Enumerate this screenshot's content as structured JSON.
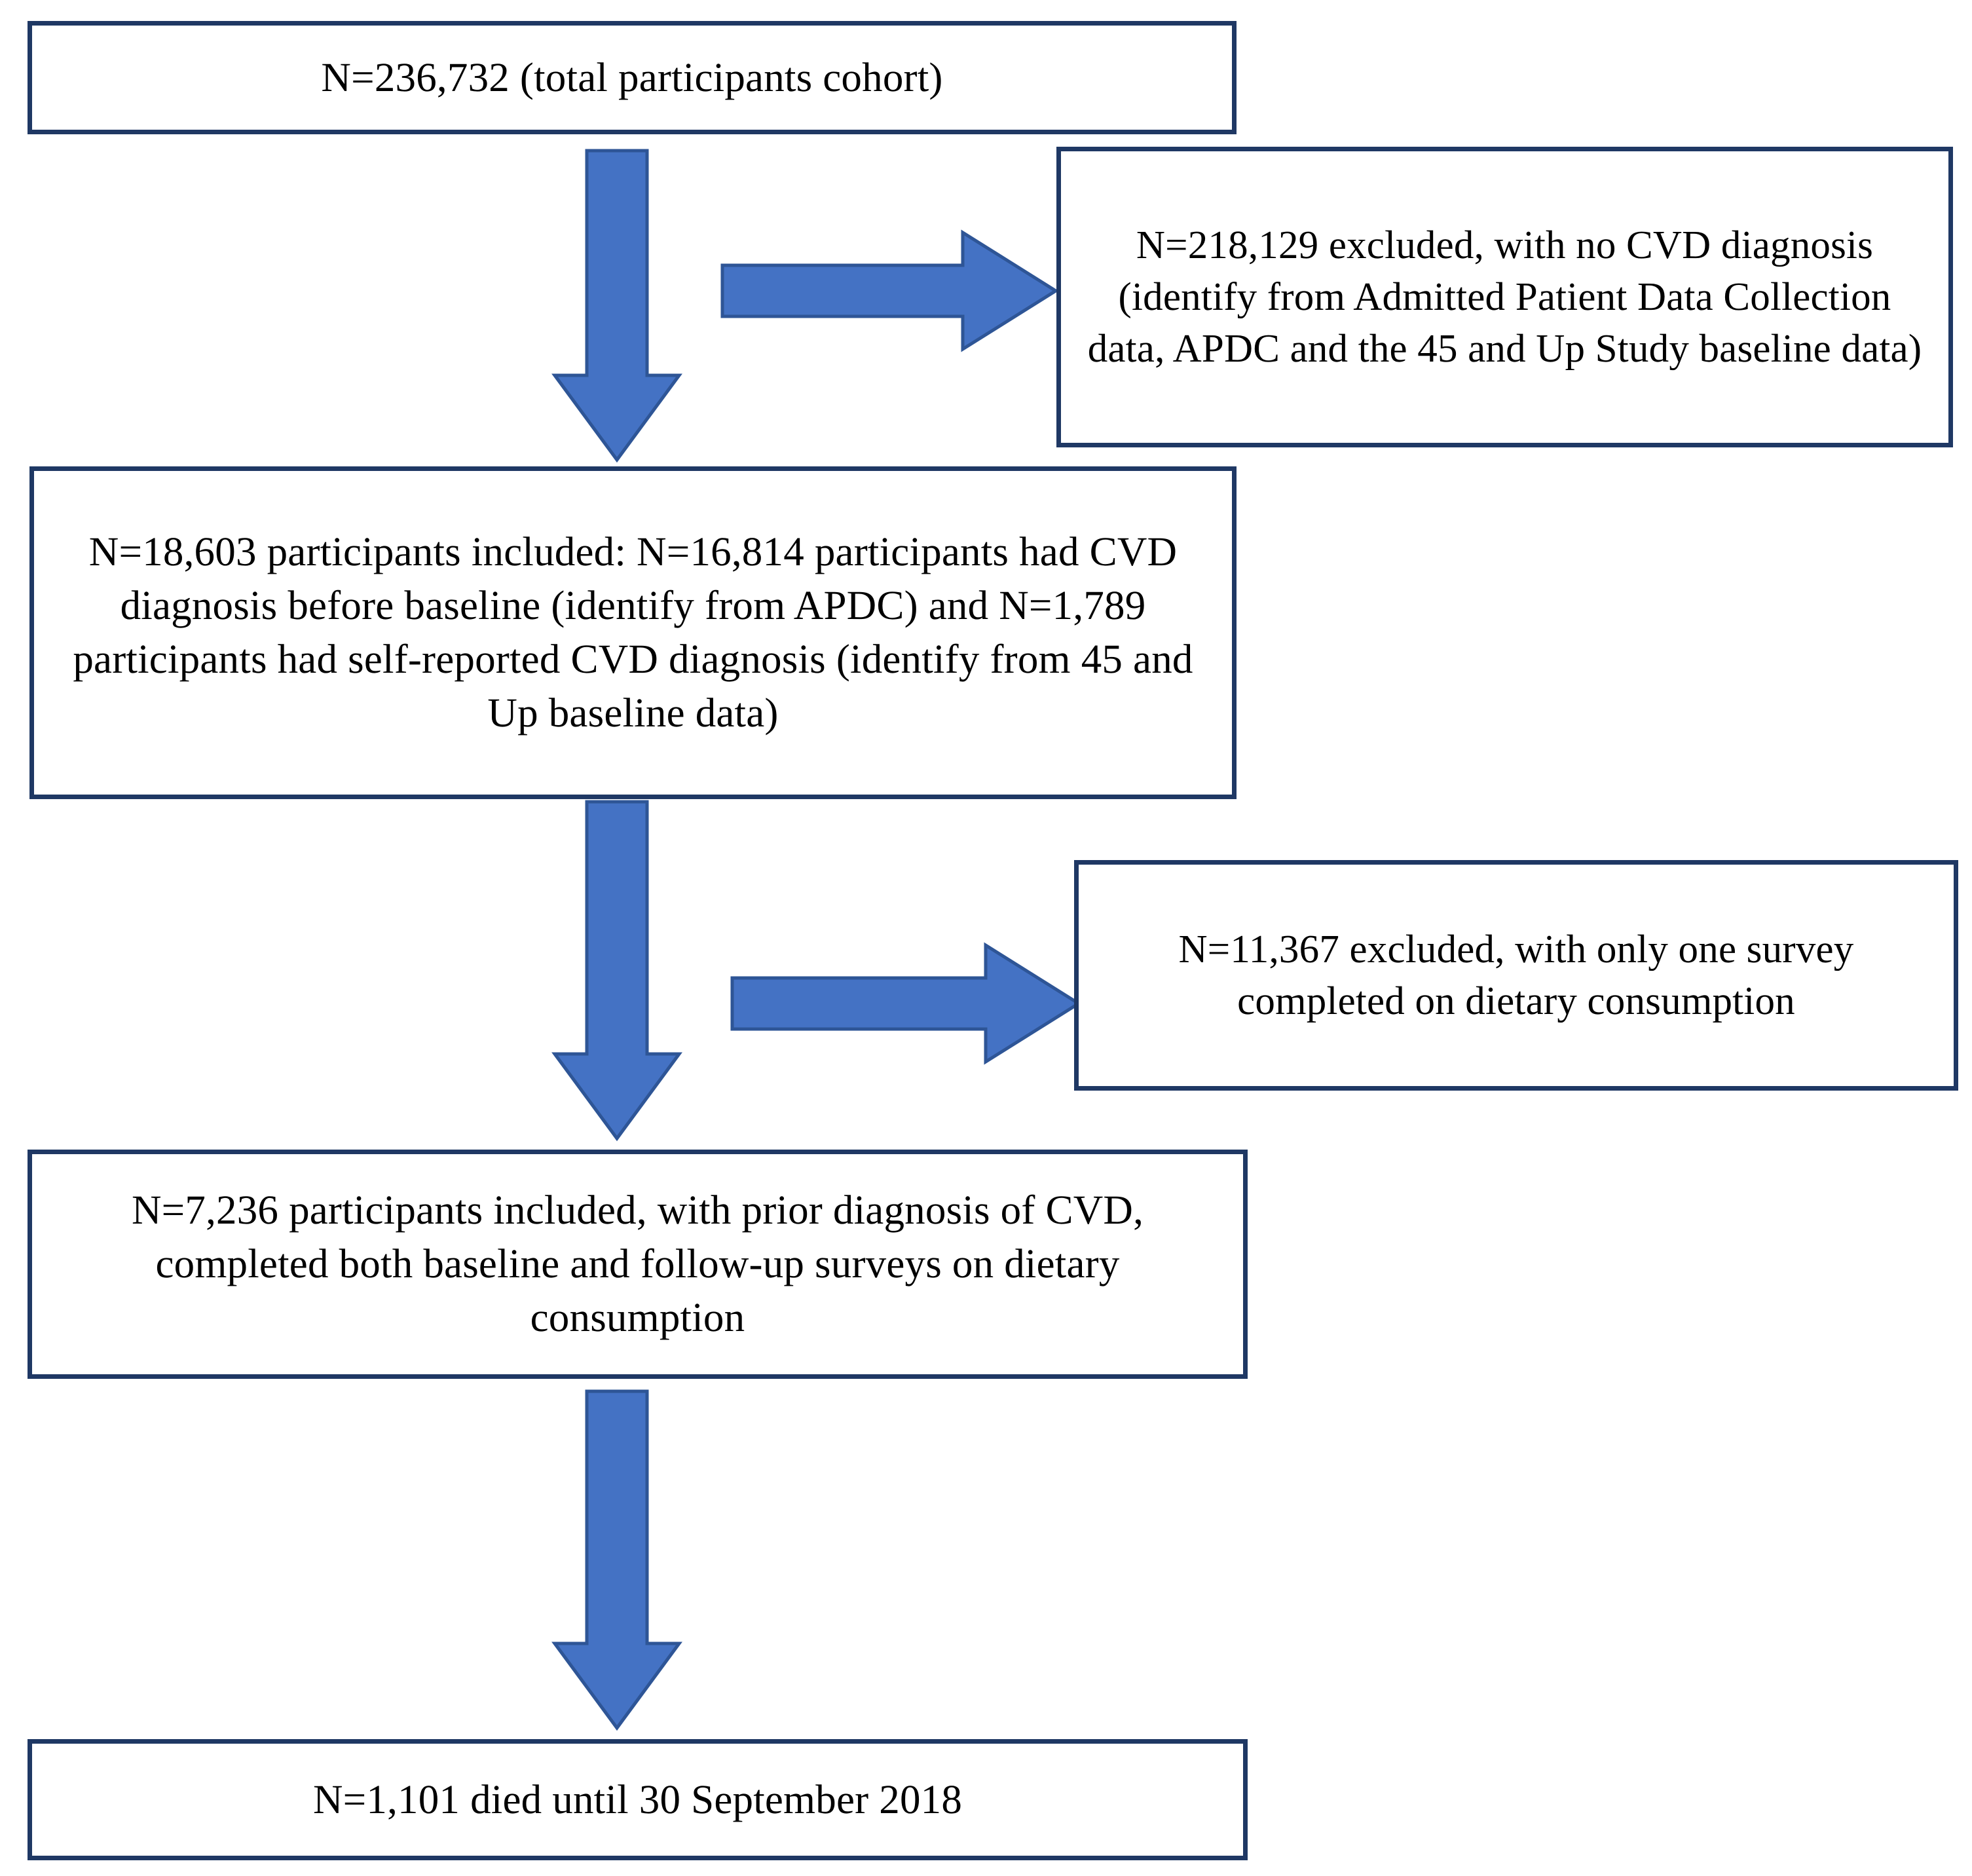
{
  "diagram": {
    "type": "participant-flow-chart",
    "palette": {
      "box_border": "#1F3864",
      "arrow_fill": "#4472C4",
      "arrow_stroke": "#2E5596",
      "background": "#FFFFFF",
      "text": "#000000"
    },
    "nodes": [
      {
        "id": "total-cohort",
        "role": "cohort",
        "n": "236,732",
        "text": "N=236,732 (total participants cohort)"
      },
      {
        "id": "excluded-no-cvd",
        "role": "exclusion",
        "n": "218,129",
        "text": "N=218,129 excluded, with no CVD diagnosis (identify from Admitted Patient Data Collection data, APDC and the 45 and Up Study baseline data)"
      },
      {
        "id": "included-cvd",
        "role": "included",
        "n": "18,603",
        "text": "N=18,603 participants included: N=16,814 participants had CVD diagnosis before baseline (identify from APDC) and N=1,789 participants had self-reported CVD diagnosis (identify from 45 and Up baseline data)"
      },
      {
        "id": "excluded-one-survey",
        "role": "exclusion",
        "n": "11,367",
        "text": "N=11,367 excluded, with only one survey completed on dietary consumption"
      },
      {
        "id": "final-analytic-sample",
        "role": "included",
        "n": "7,236",
        "text": "N=7,236 participants included, with prior diagnosis of CVD, completed both baseline and follow-up surveys on dietary consumption"
      },
      {
        "id": "deaths",
        "role": "outcome",
        "n": "1,101",
        "text": "N=1,101 died until 30 September 2018"
      }
    ],
    "edges": [
      {
        "id": "edge-total-to-included",
        "from": "total-cohort",
        "to": "included-cvd",
        "direction": "down",
        "icon": "down-arrow-icon"
      },
      {
        "id": "edge-total-to-excluded",
        "from": "total-cohort",
        "to": "excluded-no-cvd",
        "direction": "right",
        "icon": "right-arrow-icon"
      },
      {
        "id": "edge-included-to-final",
        "from": "included-cvd",
        "to": "final-analytic-sample",
        "direction": "down",
        "icon": "down-arrow-icon"
      },
      {
        "id": "edge-included-to-excl2",
        "from": "included-cvd",
        "to": "excluded-one-survey",
        "direction": "right",
        "icon": "right-arrow-icon"
      },
      {
        "id": "edge-final-to-deaths",
        "from": "final-analytic-sample",
        "to": "deaths",
        "direction": "down",
        "icon": "down-arrow-icon"
      }
    ]
  }
}
